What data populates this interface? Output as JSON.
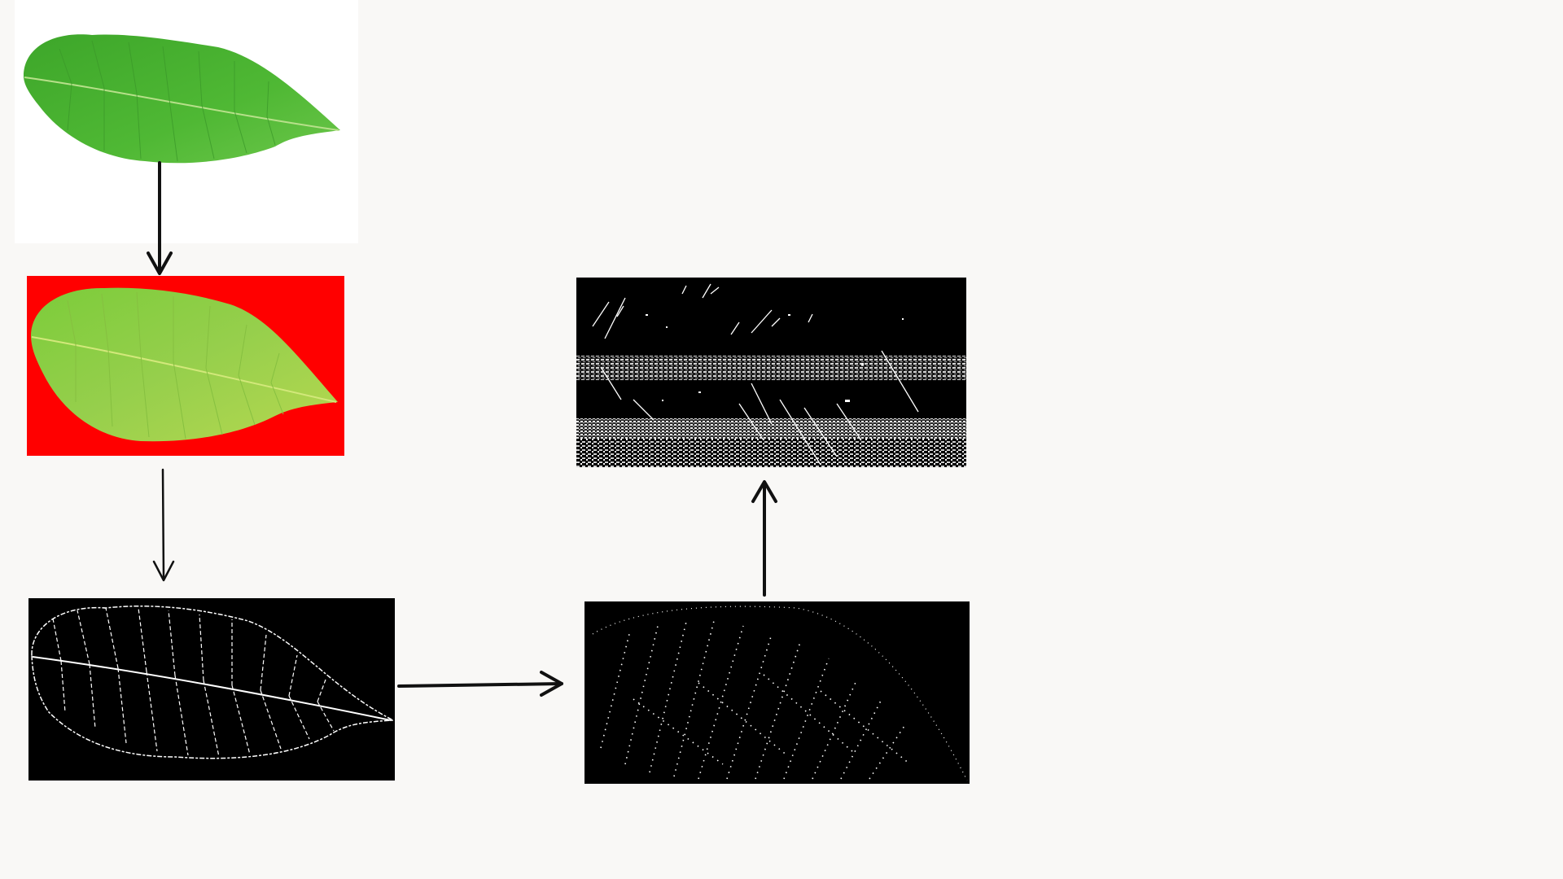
{
  "diagram": {
    "background_color": "#f9f8f6",
    "panels": [
      {
        "id": "original-leaf",
        "description_color": "#ffffff",
        "content": "green-leaf-photo"
      },
      {
        "id": "segmented-leaf",
        "description_color": "#ff0000",
        "content": "leaf-on-red-background"
      },
      {
        "id": "edge-map",
        "description_color": "#000000",
        "content": "leaf-vein-edges"
      },
      {
        "id": "refined-edges",
        "description_color": "#000000",
        "content": "dotted-vein-pattern"
      },
      {
        "id": "transformed-pattern",
        "description_color": "#000000",
        "content": "unrolled-texture-bands"
      }
    ],
    "arrows": [
      {
        "from": "original-leaf",
        "to": "segmented-leaf",
        "style": "thick"
      },
      {
        "from": "segmented-leaf",
        "to": "edge-map",
        "style": "thin"
      },
      {
        "from": "edge-map",
        "to": "refined-edges",
        "style": "thick"
      },
      {
        "from": "refined-edges",
        "to": "transformed-pattern",
        "style": "thick"
      }
    ],
    "colors": {
      "leaf_dark": "#2e8b1f",
      "leaf_light": "#5cc23a",
      "leaf_yellowish": "#9ed451",
      "segment_bg": "#ff0000",
      "arrow": "#111111",
      "edge_line": "#ffffff"
    }
  }
}
